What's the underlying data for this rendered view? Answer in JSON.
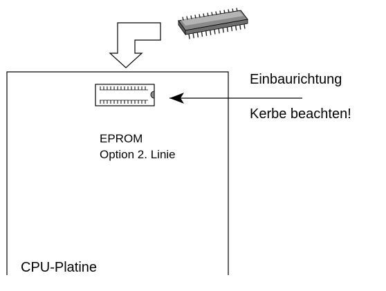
{
  "diagram": {
    "eprom_label": "EPROM",
    "option_label": "Option 2. Linie",
    "direction_label": "Einbaurichtung",
    "notch_label": "Kerbe beachten!",
    "board_label": "CPU-Platine"
  },
  "icons": {
    "chip_picture": "dip-chip-icon",
    "insert_arrow": "bent-arrow-down-icon",
    "socket": "chip-socket-icon",
    "pointer_arrow": "arrow-left-icon"
  }
}
